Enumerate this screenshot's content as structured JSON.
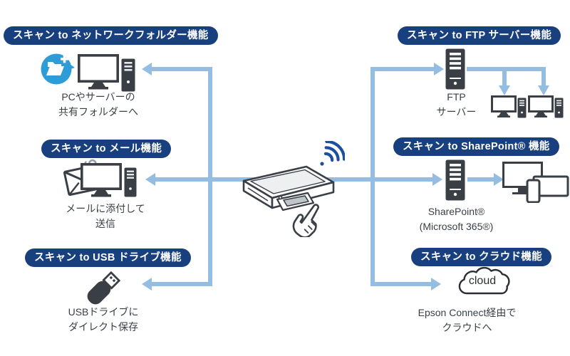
{
  "sections": {
    "network_folder": {
      "title": "スキャン to ネットワークフォルダー機能",
      "caption1": "PCやサーバーの",
      "caption2": "共有フォルダーへ",
      "icon": "shared-folder-plus-pc-icon"
    },
    "mail": {
      "title": "スキャン to メール機能",
      "caption1": "メールに添付して",
      "caption2": "送信",
      "icon": "mail-attachment-pc-icon"
    },
    "usb": {
      "title": "スキャン to USB ドライブ機能",
      "caption1": "USBドライブに",
      "caption2": "ダイレクト保存",
      "icon": "usb-drive-icon"
    },
    "ftp": {
      "title": "スキャン to FTP サーバー機能",
      "caption1": "FTP",
      "caption2": "サーバー",
      "icon": "server-tower-icon"
    },
    "sharepoint": {
      "title": "スキャン to SharePoint® 機能",
      "caption1": "SharePoint®",
      "caption2": "(Microsoft 365®)",
      "icon": "server-tower-icon"
    },
    "cloud": {
      "title": "スキャン to クラウド機能",
      "cloud_label": "cloud",
      "caption1": "Epson Connect経由で",
      "caption2": "クラウドへ",
      "icon": "cloud-icon"
    }
  },
  "center": {
    "device_icon": "multifunction-printer-touch-panel-icon",
    "wifi_icon": "wireless-signal-icon"
  },
  "colors": {
    "pill_bg": "#18407F",
    "pill_text": "#FFFFFF",
    "arrow_blue": "#94BDE1",
    "icon_dark": "#3A3F46",
    "folder_blue": "#2E9CD7",
    "wifi_blue": "#1D4F9E",
    "caption_text": "#3A3F46"
  }
}
